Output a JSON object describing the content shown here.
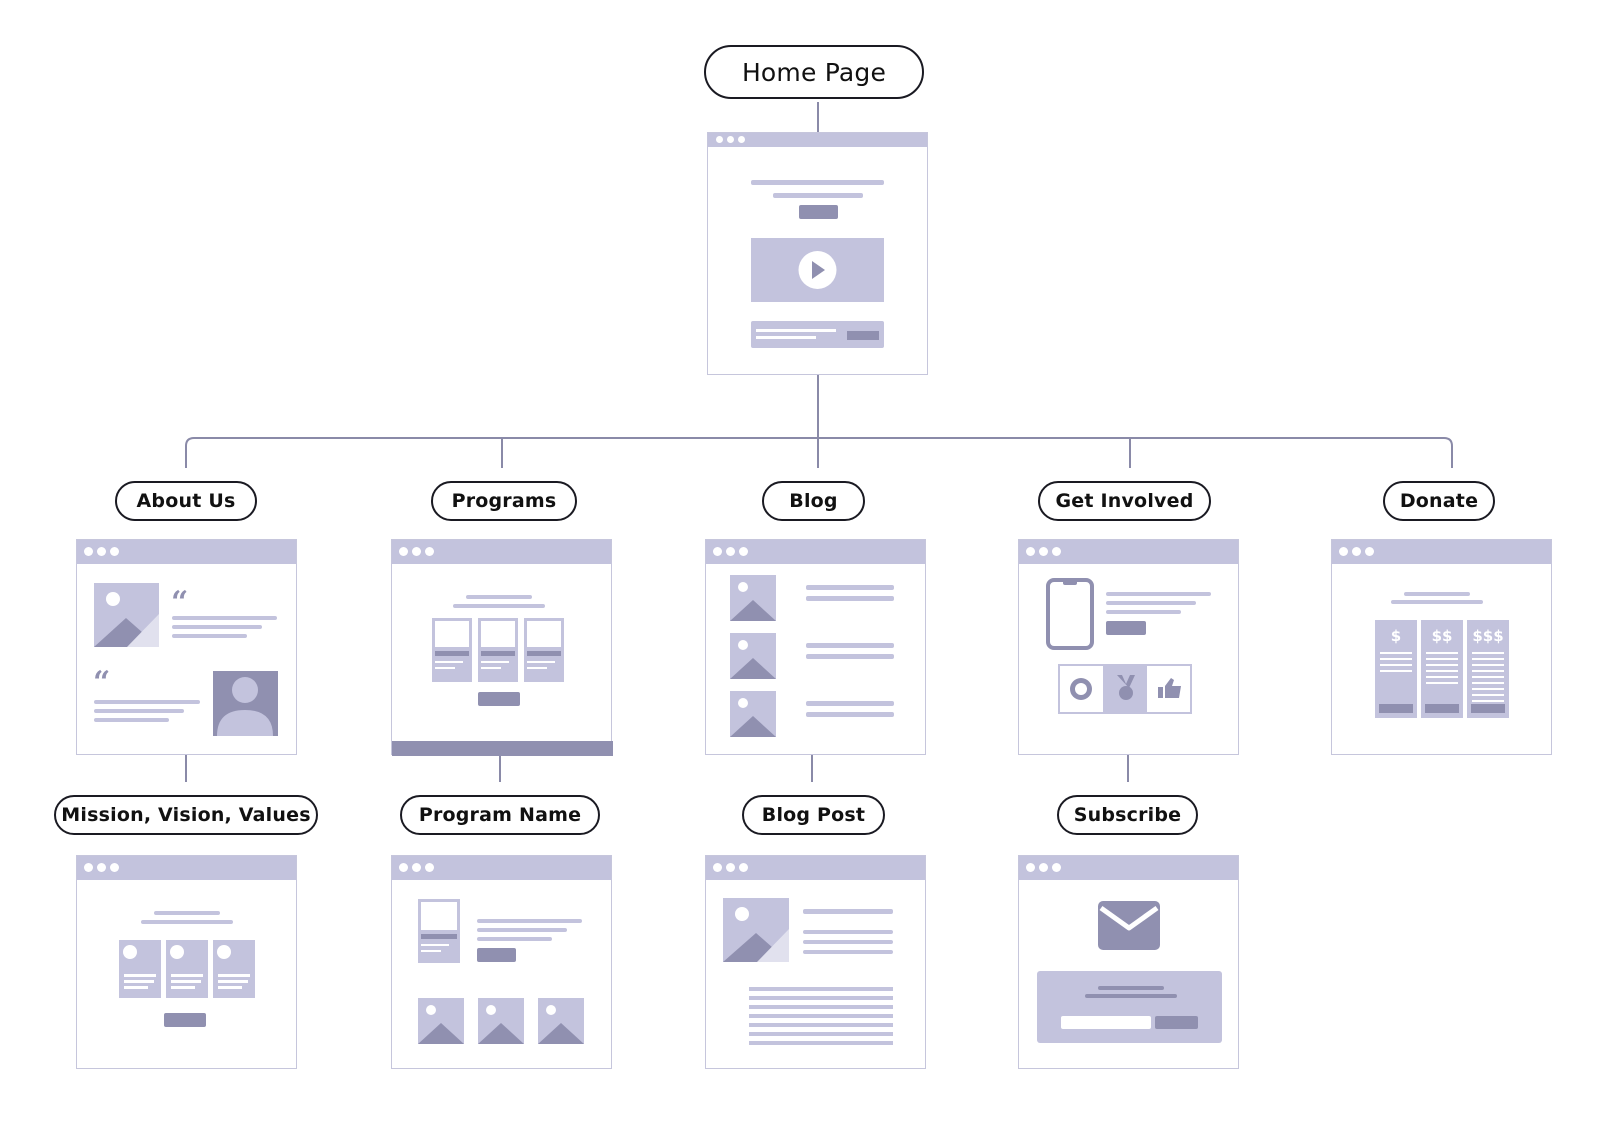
{
  "colors": {
    "line": "#8a8aa8",
    "light": "#c3c3dd",
    "dark": "#9090b0",
    "outline": "#1a1a22"
  },
  "nodes": {
    "home": "Home Page",
    "about": "About Us",
    "programs": "Programs",
    "blog": "Blog",
    "get_involved": "Get Involved",
    "donate": "Donate",
    "mission": "Mission, Vision, Values",
    "program_name": "Program Name",
    "blog_post": "Blog Post",
    "subscribe": "Subscribe"
  },
  "donate_tiers": [
    "$",
    "$$",
    "$$$"
  ],
  "icons": [
    "window-dots-icon",
    "play-icon",
    "image-icon",
    "quote-icon",
    "person-icon",
    "phone-icon",
    "badge-icon",
    "medal-icon",
    "thumbs-up-icon",
    "envelope-icon"
  ]
}
